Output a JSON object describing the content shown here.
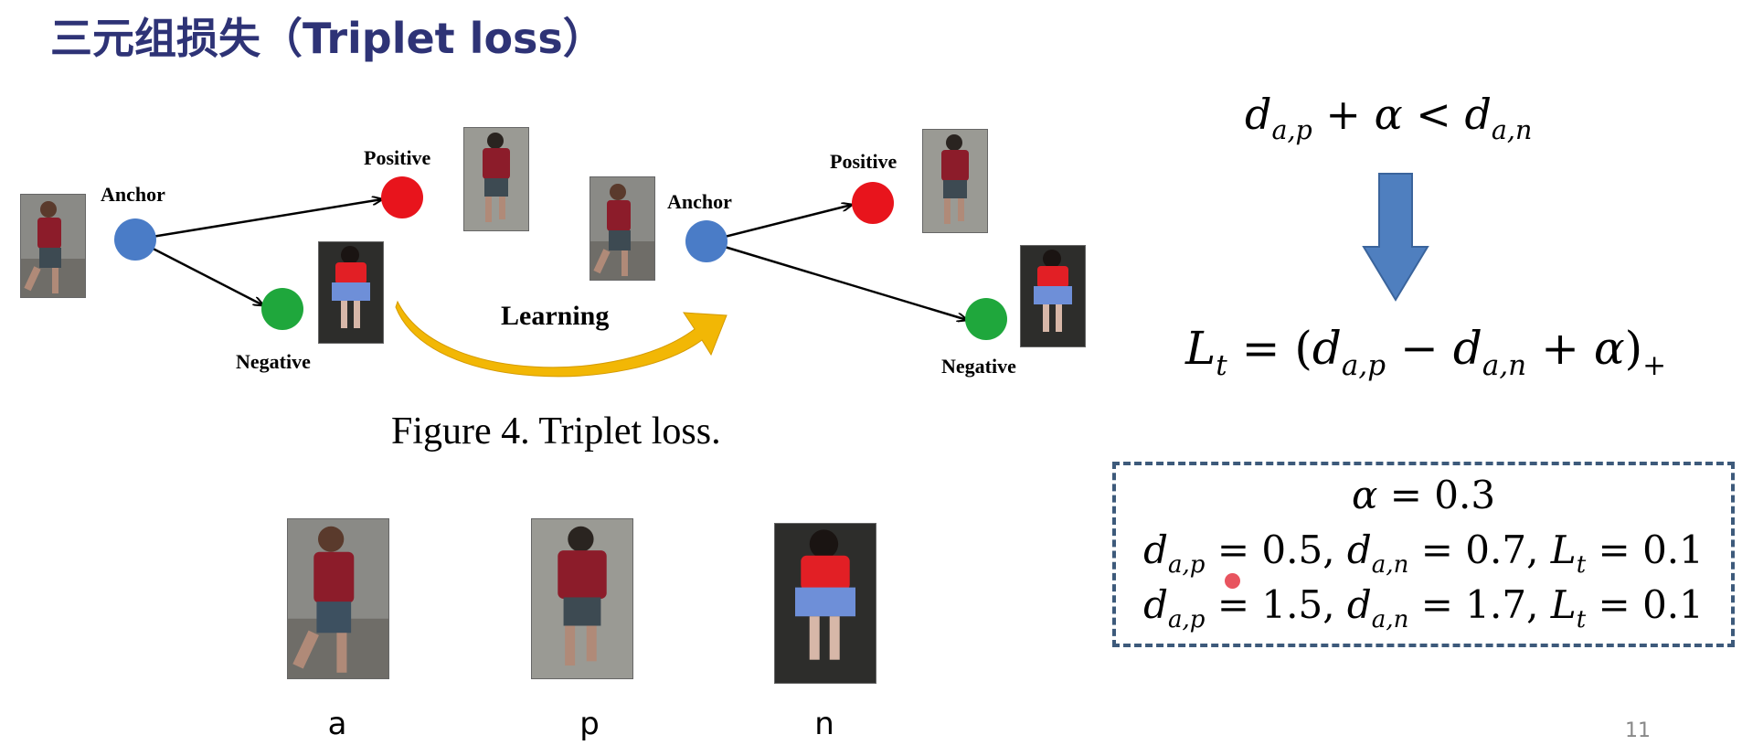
{
  "slide": {
    "title": "三元组损失（Triplet loss）",
    "page_number": "11"
  },
  "figure": {
    "left_panel": {
      "anchor": "Anchor",
      "positive": "Positive",
      "negative": "Negative"
    },
    "right_panel": {
      "anchor": "Anchor",
      "positive": "Positive",
      "negative": "Negative"
    },
    "learning_label": "Learning",
    "caption": "Figure 4. Triplet loss.",
    "colors": {
      "anchor": "#4a7cc7",
      "positive": "#e8141c",
      "negative": "#1fa73c",
      "learning_arrow": "#f2b705"
    }
  },
  "samples": {
    "labels": [
      "a",
      "p",
      "n"
    ]
  },
  "formulas": {
    "constraint": {
      "lhs_d": "d",
      "lhs_sub": "a,p",
      "plus": "+",
      "alpha": "α",
      "lt": "<",
      "rhs_d": "d",
      "rhs_sub": "a,n"
    },
    "loss": {
      "L": "L",
      "L_sub": "t",
      "eq": "=",
      "open": "(",
      "d1": "d",
      "d1_sub": "a,p",
      "minus": "−",
      "d2": "d",
      "d2_sub": "a,n",
      "plus": "+",
      "alpha": "α",
      "close": ")",
      "close_sub": "+"
    }
  },
  "example_box": {
    "alpha_line": {
      "alpha": "α",
      "eq": "=",
      "value": "0.3"
    },
    "rows": [
      {
        "dap_value": "0.5",
        "dan_value": "0.7",
        "lt_value": "0.1"
      },
      {
        "dap_value": "1.5",
        "dan_value": "1.7",
        "lt_value": "0.1"
      }
    ]
  },
  "arrow_color": "#4f7fbf"
}
